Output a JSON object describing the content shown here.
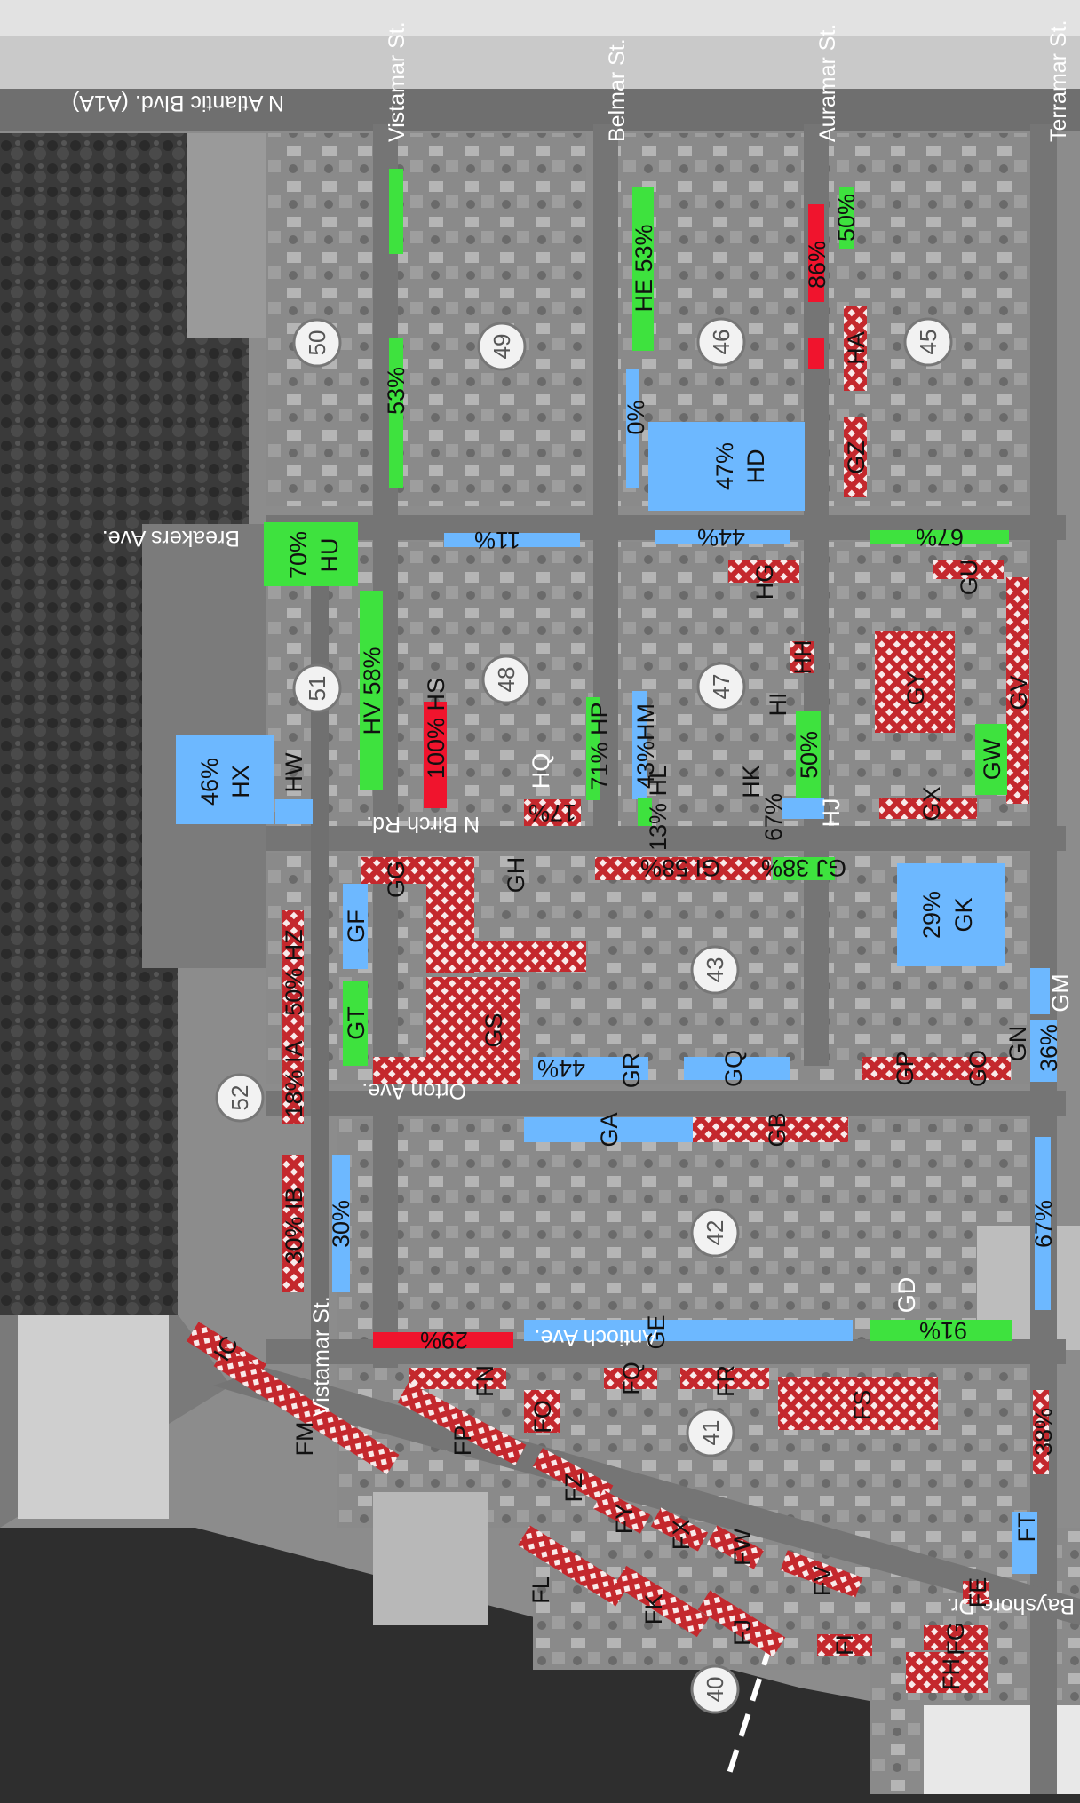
{
  "streets": {
    "vistamar_top": "Vistamar St.",
    "belmar": "Belmar St.",
    "auramar": "Auramar St.",
    "terramar": "Terramar St.",
    "a1a": "N Atlantic Blvd. (A1A)",
    "breakers": "Breakers Ave.",
    "birch": "N Birch Rd.",
    "orton": "Orton Ave.",
    "antioch": "Antioch Ave.",
    "vistamar_bottom": "Vistamar St.",
    "bayshore": "Bayshore Dr."
  },
  "blocks": [
    "40",
    "41",
    "42",
    "43",
    "45",
    "46",
    "47",
    "48",
    "49",
    "50",
    "51",
    "52"
  ],
  "legend_colors": {
    "partial": "#3ee23e",
    "low": "#6db8ff",
    "full": "#f0142d",
    "hatched": "#c4282d"
  },
  "segments": [
    {
      "code": "",
      "pct": "53%",
      "color": "green"
    },
    {
      "code": "HE",
      "pct": "53%",
      "color": "green"
    },
    {
      "code": "",
      "pct": "86%",
      "color": "red"
    },
    {
      "code": "",
      "pct": "50%",
      "color": "green"
    },
    {
      "code": "",
      "pct": "0%",
      "color": "blue"
    },
    {
      "code": "HD",
      "pct": "47%",
      "color": "blue"
    },
    {
      "code": "HA",
      "pct": "",
      "color": "hatched"
    },
    {
      "code": "GZ",
      "pct": "",
      "color": "hatched"
    },
    {
      "code": "HU",
      "pct": "70%",
      "color": "green"
    },
    {
      "code": "",
      "pct": "11%",
      "color": "blue"
    },
    {
      "code": "",
      "pct": "44%",
      "color": "blue"
    },
    {
      "code": "",
      "pct": "67%",
      "color": "green"
    },
    {
      "code": "HV",
      "pct": "58%",
      "color": "green"
    },
    {
      "code": "HG",
      "pct": "",
      "color": "hatched"
    },
    {
      "code": "HH",
      "pct": "",
      "color": "hatched"
    },
    {
      "code": "GU",
      "pct": "",
      "color": "hatched"
    },
    {
      "code": "GY",
      "pct": "",
      "color": "hatched"
    },
    {
      "code": "GV",
      "pct": "",
      "color": "hatched"
    },
    {
      "code": "HX",
      "pct": "46%",
      "color": "blue"
    },
    {
      "code": "HW",
      "pct": "",
      "color": "blue"
    },
    {
      "code": "HS",
      "pct": "100%",
      "color": "red"
    },
    {
      "code": "HP",
      "pct": "71%",
      "color": "green"
    },
    {
      "code": "HM",
      "pct": "43%",
      "color": "blue"
    },
    {
      "code": "HQ",
      "pct": "",
      "color": "none"
    },
    {
      "code": "HI",
      "pct": "",
      "color": "green"
    },
    {
      "code": "HK",
      "pct": "50%",
      "color": "green"
    },
    {
      "code": "HL",
      "pct": "13%",
      "color": "blue"
    },
    {
      "code": "HJ",
      "pct": "67%",
      "color": "green"
    },
    {
      "code": "GW",
      "pct": "",
      "color": "hatched"
    },
    {
      "code": "GX",
      "pct": "",
      "color": "hatched"
    },
    {
      "code": "",
      "pct": "17%",
      "color": "blue"
    },
    {
      "code": "GG",
      "pct": "",
      "color": "hatched"
    },
    {
      "code": "GH",
      "pct": "",
      "color": "hatched"
    },
    {
      "code": "GI",
      "pct": "58%",
      "color": "green"
    },
    {
      "code": "GJ",
      "pct": "38%",
      "color": "blue"
    },
    {
      "code": "GK",
      "pct": "29%",
      "color": "blue"
    },
    {
      "code": "GF",
      "pct": "",
      "color": "hatched"
    },
    {
      "code": "HZ",
      "pct": "50%",
      "color": "green"
    },
    {
      "code": "GT",
      "pct": "",
      "color": "hatched"
    },
    {
      "code": "GS",
      "pct": "",
      "color": "hatched"
    },
    {
      "code": "IA",
      "pct": "18%",
      "color": "blue"
    },
    {
      "code": "GR",
      "pct": "44%",
      "color": "blue"
    },
    {
      "code": "GQ",
      "pct": "",
      "color": "hatched"
    },
    {
      "code": "GP",
      "pct": "",
      "color": "hatched"
    },
    {
      "code": "GO",
      "pct": "",
      "color": "blue"
    },
    {
      "code": "GN",
      "pct": "36%",
      "color": "blue"
    },
    {
      "code": "GM",
      "pct": "",
      "color": "blue"
    },
    {
      "code": "GA",
      "pct": "",
      "color": "hatched"
    },
    {
      "code": "GB",
      "pct": "",
      "color": "hatched"
    },
    {
      "code": "IB",
      "pct": "30%",
      "color": "blue"
    },
    {
      "code": "",
      "pct": "30%",
      "color": "blue"
    },
    {
      "code": "",
      "pct": "67%",
      "color": "green"
    },
    {
      "code": "GD",
      "pct": "91%",
      "color": "red"
    },
    {
      "code": "",
      "pct": "29%",
      "color": "blue"
    },
    {
      "code": "GE",
      "pct": "",
      "color": "hatched"
    },
    {
      "code": "IC",
      "pct": "",
      "color": "hatched"
    },
    {
      "code": "FN",
      "pct": "",
      "color": "hatched"
    },
    {
      "code": "FQ",
      "pct": "",
      "color": "hatched"
    },
    {
      "code": "FR",
      "pct": "",
      "color": "hatched"
    },
    {
      "code": "FS",
      "pct": "",
      "color": "hatched"
    },
    {
      "code": "FO",
      "pct": "",
      "color": "hatched"
    },
    {
      "code": "FM",
      "pct": "",
      "color": "hatched"
    },
    {
      "code": "FP",
      "pct": "",
      "color": "hatched"
    },
    {
      "code": "FZ",
      "pct": "",
      "color": "hatched"
    },
    {
      "code": "FY",
      "pct": "",
      "color": "hatched"
    },
    {
      "code": "FX",
      "pct": "",
      "color": "hatched"
    },
    {
      "code": "FW",
      "pct": "",
      "color": "hatched"
    },
    {
      "code": "FV",
      "pct": "",
      "color": "hatched"
    },
    {
      "code": "",
      "pct": "38%",
      "color": "blue"
    },
    {
      "code": "FT",
      "pct": "",
      "color": "hatched"
    },
    {
      "code": "FL",
      "pct": "",
      "color": "hatched"
    },
    {
      "code": "FK",
      "pct": "",
      "color": "hatched"
    },
    {
      "code": "FJ",
      "pct": "",
      "color": "hatched"
    },
    {
      "code": "FI",
      "pct": "",
      "color": "hatched"
    },
    {
      "code": "FE",
      "pct": "",
      "color": "hatched"
    },
    {
      "code": "FG",
      "pct": "",
      "color": "hatched"
    },
    {
      "code": "FH",
      "pct": "",
      "color": "hatched"
    }
  ]
}
